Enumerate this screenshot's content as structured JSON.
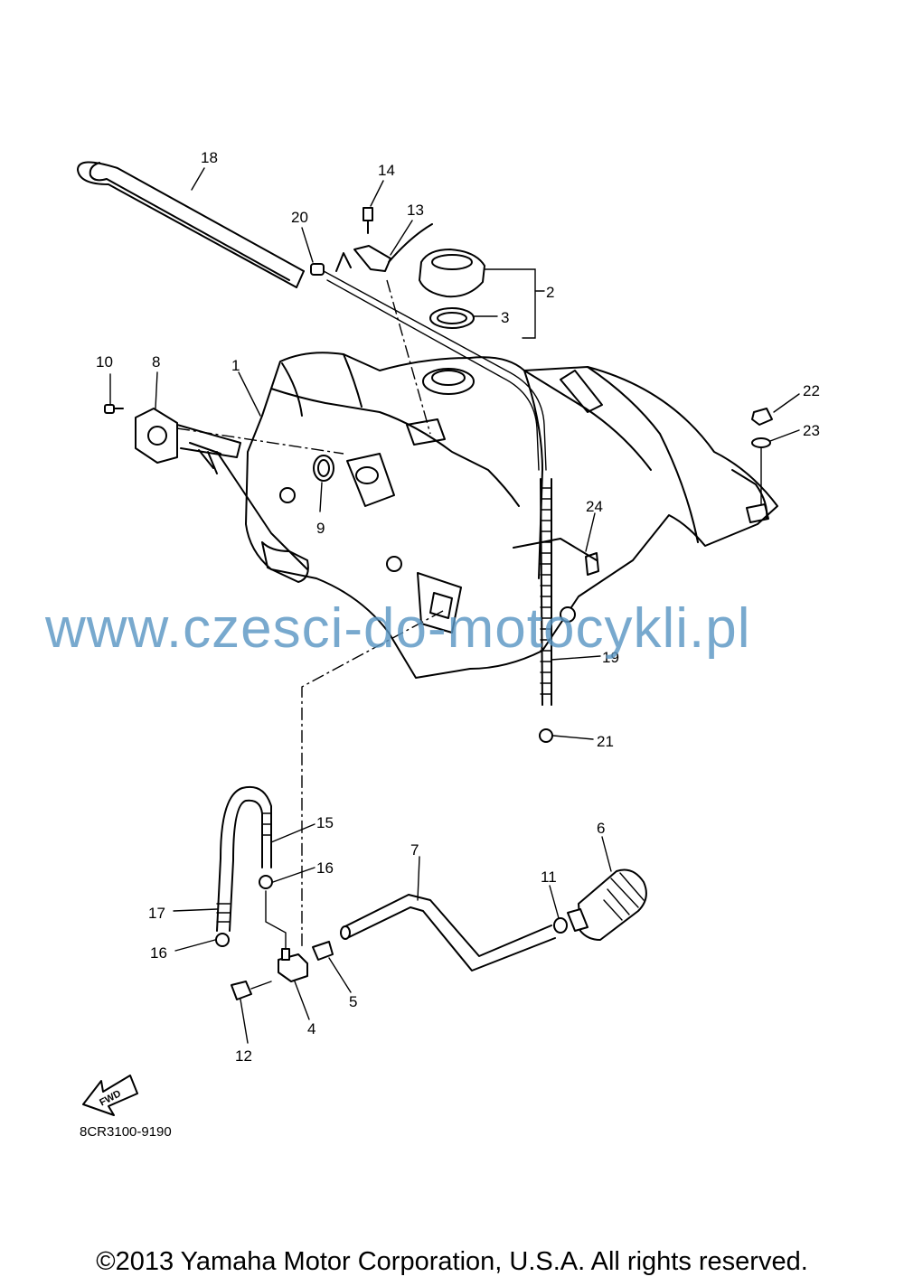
{
  "diagram": {
    "callouts": [
      "1",
      "2",
      "3",
      "4",
      "5",
      "6",
      "7",
      "8",
      "9",
      "10",
      "11",
      "12",
      "13",
      "14",
      "15",
      "16",
      "16",
      "17",
      "18",
      "19",
      "20",
      "21",
      "22",
      "23",
      "24"
    ],
    "fwd_arrow_label": "FWD",
    "code": "8CR3100-9190"
  },
  "watermark": "www.czesci-do-motocykli.pl",
  "copyright": "©2013 Yamaha Motor Corporation, U.S.A. All rights reserved."
}
